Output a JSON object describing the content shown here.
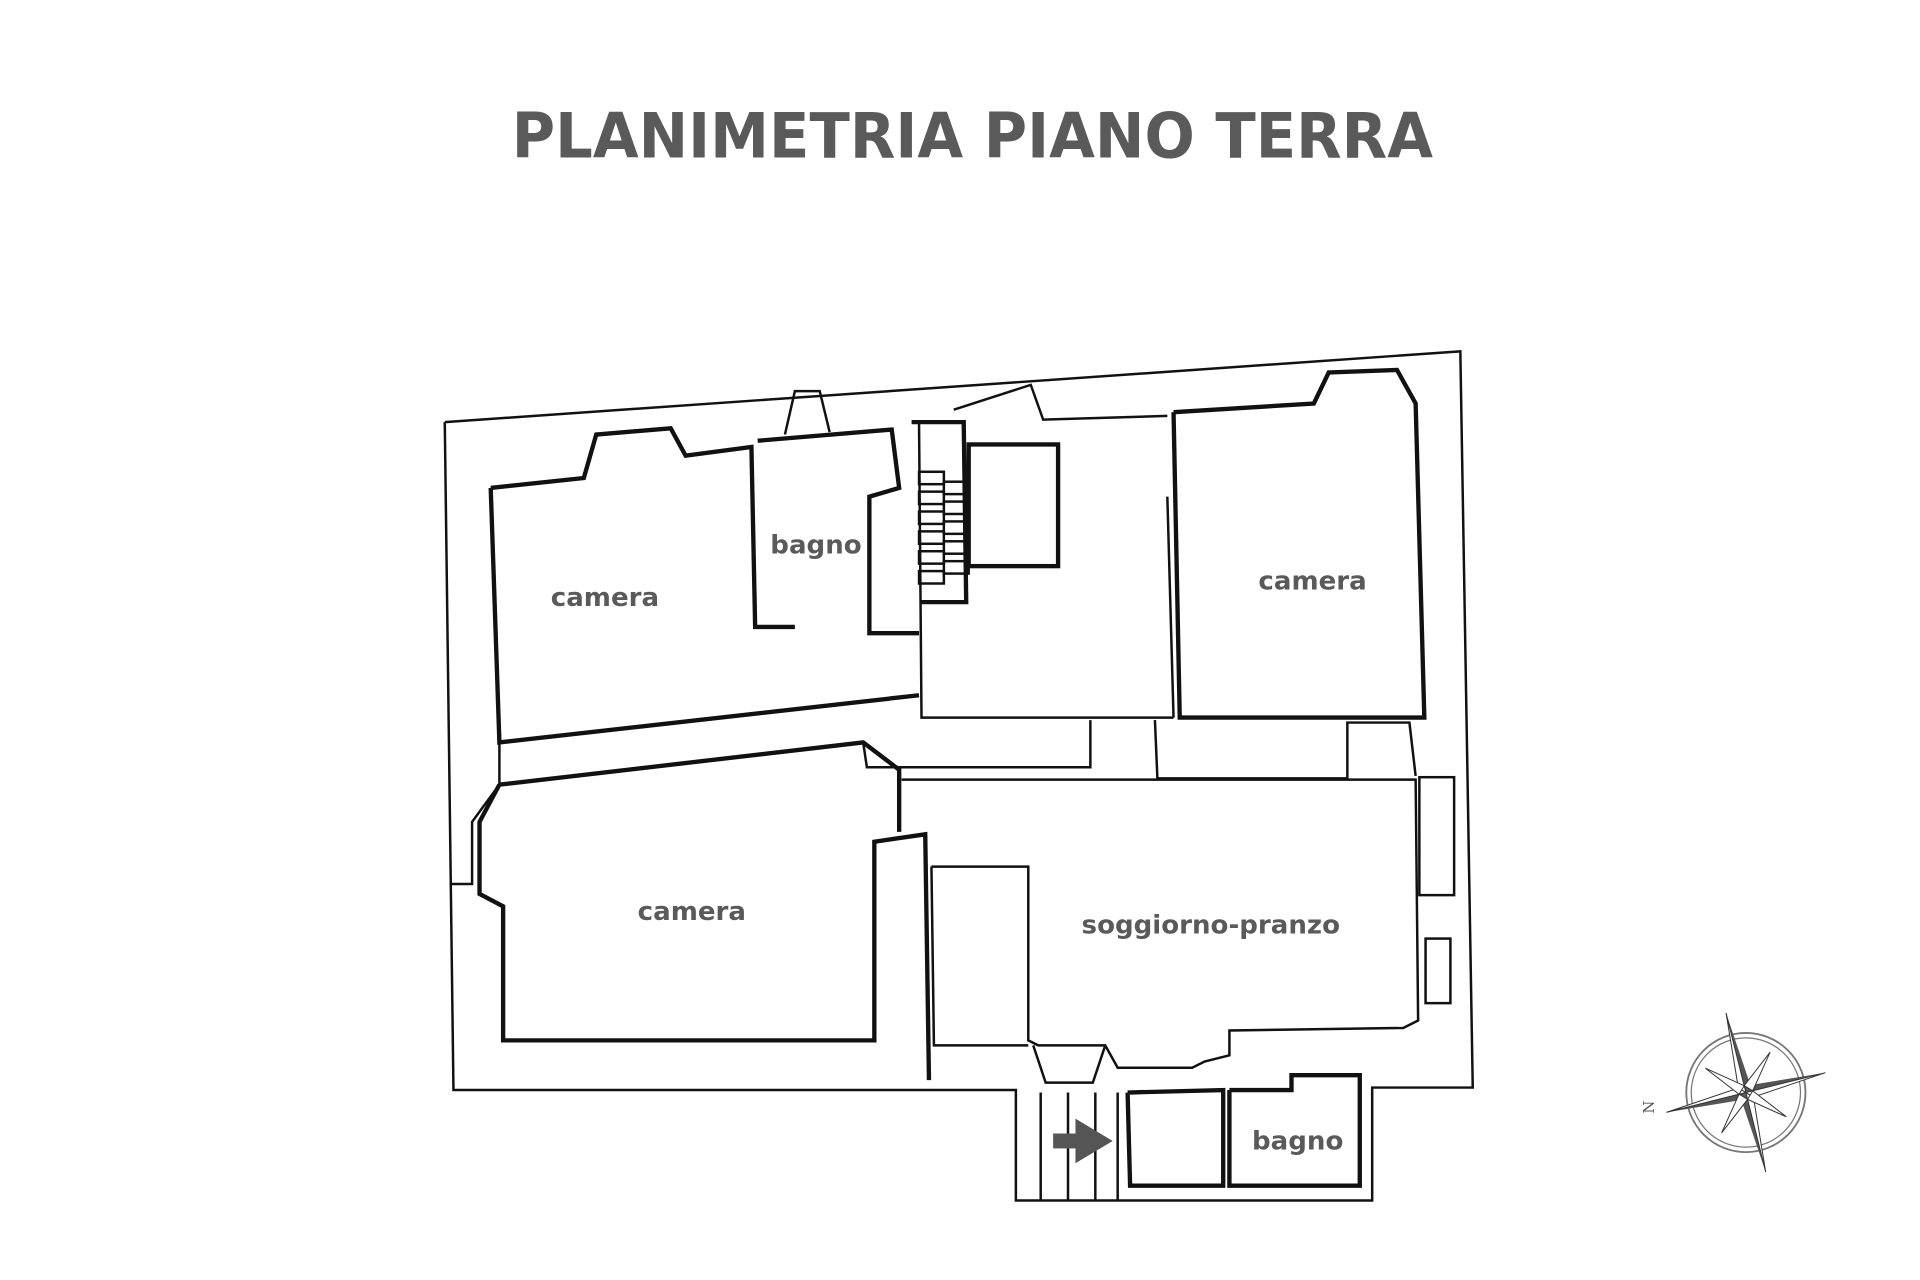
{
  "title": "PLANIMETRIA PIANO TERRA",
  "rooms": [
    {
      "name": "camera"
    },
    {
      "name": "bagno"
    },
    {
      "name": "camera"
    },
    {
      "name": "camera"
    },
    {
      "name": "soggiorno-pranzo"
    },
    {
      "name": "bagno"
    }
  ],
  "compass": {
    "north_label": "N"
  },
  "colors": {
    "label": "#5a5a5a",
    "walls": "#111111"
  }
}
